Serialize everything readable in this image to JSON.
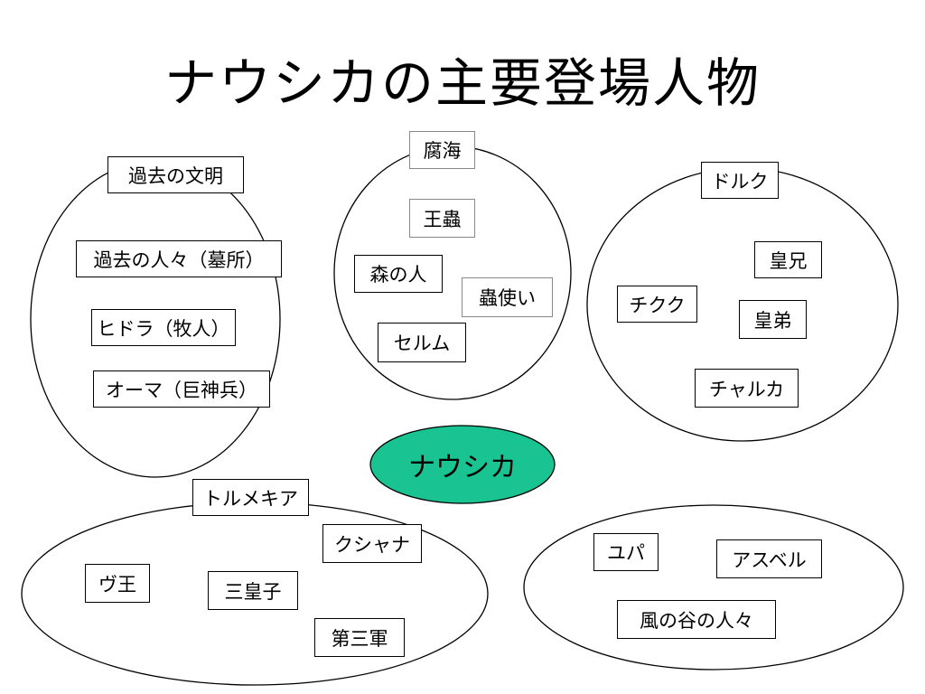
{
  "title": "ナウシカの主要登場人物",
  "colors": {
    "center_fill": "#1ac392",
    "stroke": "#000000"
  },
  "center": {
    "label": "ナウシカ"
  },
  "groups": {
    "past": {
      "label": "過去の文明",
      "items": [
        "過去の人々（墓所）",
        "ヒドラ（牧人）",
        "オーマ（巨神兵）"
      ]
    },
    "fukai": {
      "label": "腐海",
      "items": [
        "王蟲",
        "森の人",
        "蟲使い",
        "セルム"
      ]
    },
    "dorok": {
      "label": "ドルク",
      "items": [
        "皇兄",
        "チクク",
        "皇弟",
        "チャルカ"
      ]
    },
    "torumekia": {
      "label": "トルメキア",
      "items": [
        "クシャナ",
        "ヴ王",
        "三皇子",
        "第三軍"
      ]
    },
    "valley": {
      "items": [
        "ユパ",
        "アスベル",
        "風の谷の人々"
      ]
    }
  }
}
